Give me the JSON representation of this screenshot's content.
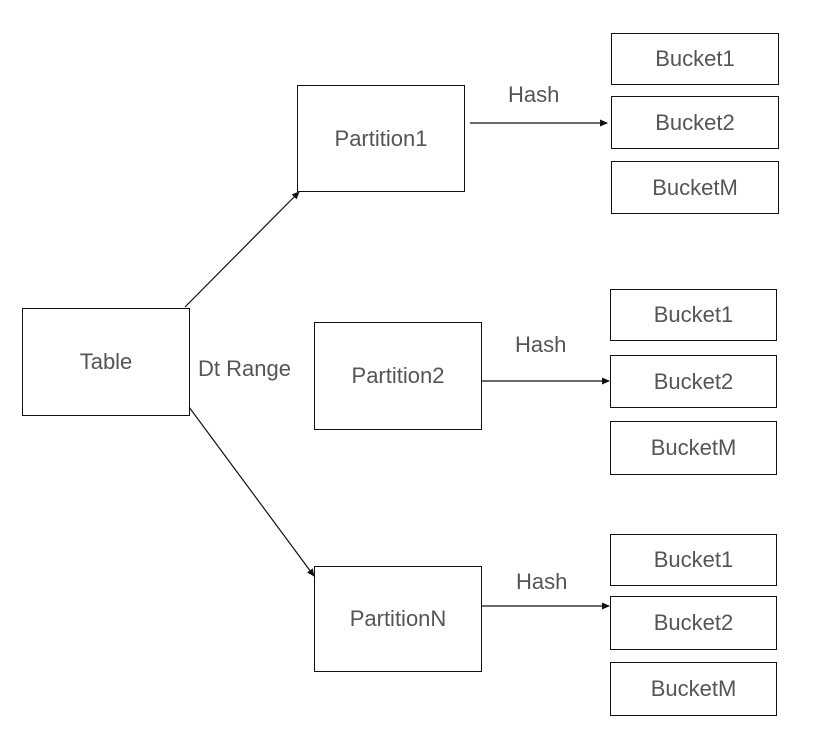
{
  "diagram": {
    "table": {
      "label": "Table"
    },
    "split_label": "Dt Range",
    "partitions": [
      {
        "label": "Partition1",
        "edge_label": "Hash",
        "buckets": [
          "Bucket1",
          "Bucket2",
          "BucketM"
        ]
      },
      {
        "label": "Partition2",
        "edge_label": "Hash",
        "buckets": [
          "Bucket1",
          "Bucket2",
          "BucketM"
        ]
      },
      {
        "label": "PartitionN",
        "edge_label": "Hash",
        "buckets": [
          "Bucket1",
          "Bucket2",
          "BucketM"
        ]
      }
    ]
  }
}
